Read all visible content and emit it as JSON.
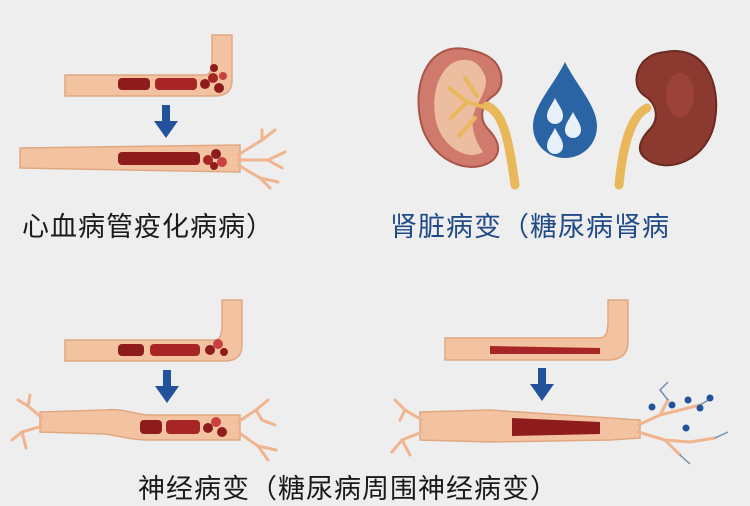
{
  "colors": {
    "background": "#eeeeee",
    "vessel": "#f3c3a1",
    "vessel_edge": "#e0a882",
    "plaque_dark": "#8e1c1c",
    "plaque_light": "#c94040",
    "arrow": "#21529a",
    "kidney_healthy": "#cf7a6c",
    "kidney_diseased": "#8c3a30",
    "ureter": "#e9b85a",
    "droplet": "#2a64a4",
    "label_dark": "#1a1a1a",
    "label_blue": "#1f4a85"
  },
  "icons": {
    "arrow": "down-arrow-icon",
    "drop": "water-drop-icon",
    "kidney": "kidney-icon"
  },
  "panels": {
    "cardio": {
      "label": "心血病管疫化病病）"
    },
    "renal": {
      "label": "肾脏病变（糖尿病肾病"
    },
    "neuro": {
      "label": "神经病变（糖尿病周围神经病变）"
    }
  }
}
